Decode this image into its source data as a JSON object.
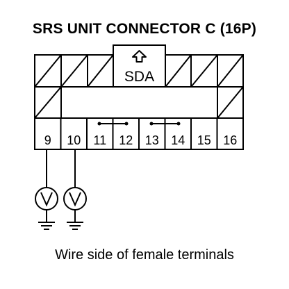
{
  "title": "SRS UNIT CONNECTOR C (16P)",
  "connector": {
    "lock_label": "SDA",
    "terminals": [
      "9",
      "10",
      "11",
      "12",
      "13",
      "14",
      "15",
      "16"
    ],
    "shorted_pairs": [
      [
        "11",
        "12"
      ],
      [
        "13",
        "14"
      ]
    ],
    "voltmeter_terminals": [
      "9",
      "10"
    ]
  },
  "caption": "Wire side of female terminals"
}
